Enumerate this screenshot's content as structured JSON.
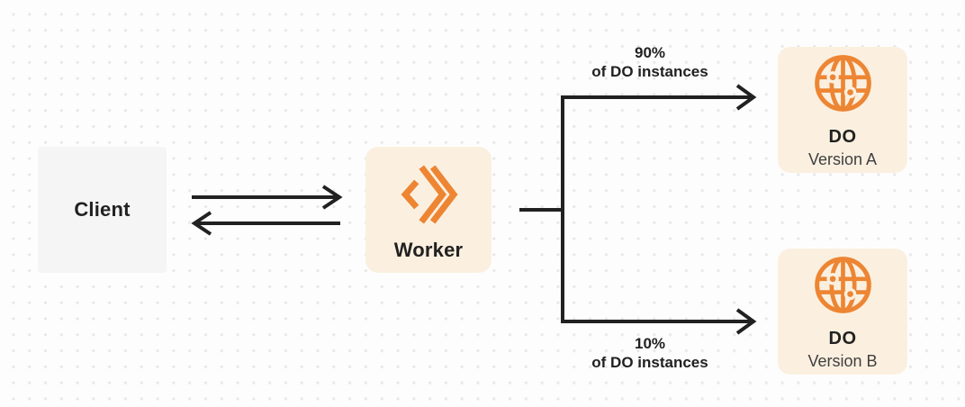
{
  "diagram": {
    "nodes": {
      "client": {
        "label": "Client"
      },
      "worker": {
        "label": "Worker",
        "icon": "cloudflare-workers-logo-icon"
      },
      "do_version_a": {
        "label": "DO",
        "sublabel": "Version A",
        "icon": "globe-icon"
      },
      "do_version_b": {
        "label": "DO",
        "sublabel": "Version B",
        "icon": "globe-icon"
      }
    },
    "edges": {
      "to_version_a": {
        "percent": "90%",
        "caption": "of DO instances"
      },
      "to_version_b": {
        "percent": "10%",
        "caption": "of DO instances"
      }
    },
    "colors": {
      "accent": "#ED8533",
      "line": "#212121",
      "node_fill_orange": "#FBF0E0",
      "node_fill_gray": "#F5F5F6",
      "text_primary": "#212121",
      "text_secondary": "#3F3F3F",
      "dot_grid": "#E8E8E8",
      "background": "#FDFDFD"
    }
  }
}
